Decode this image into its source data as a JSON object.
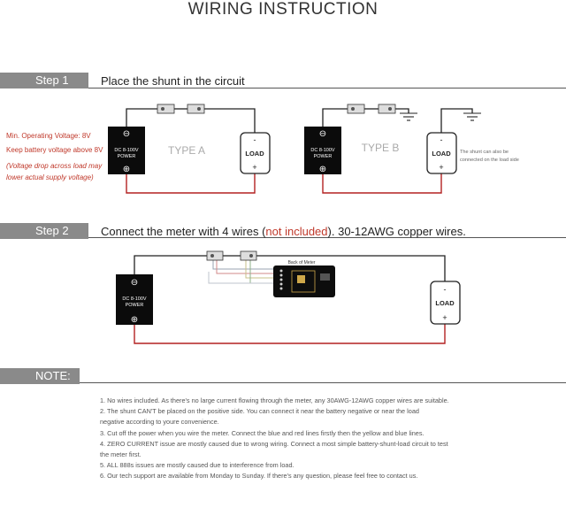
{
  "title": "WIRING INSTRUCTION",
  "step1": {
    "tag": "Step 1",
    "text": "Place the shunt in the circuit",
    "warnings": [
      "Min. Operating Voltage: 8V",
      "Keep battery voltage above 8V",
      "(Voltage drop across load may",
      "lower actual supply voltage)"
    ],
    "type_a": "TYPE A",
    "type_b": "TYPE B",
    "shunt_note": [
      "The shunt can also be",
      "connected  on the load side"
    ]
  },
  "step2": {
    "tag": "Step 2",
    "text_before": "Connect the meter with 4 wires (",
    "text_highlight": "not included",
    "text_after": "). 30-12AWG copper wires.",
    "meter_label": "Back of Meter"
  },
  "source": {
    "line1": "DC 8-100V",
    "line2": "POWER",
    "minus": "⊖",
    "plus": "⊕"
  },
  "load": {
    "label": "LOAD",
    "minus": "-",
    "plus": "+"
  },
  "colors": {
    "wire": "#222222",
    "red_wire": "#b32222",
    "tag_gray": "#8a8a8a",
    "warn_red": "#c0392b"
  },
  "note": {
    "tag": "NOTE:",
    "lines": [
      "1. No wires included. As there's no large current flowing through the meter, any 30AWG-12AWG copper wires are suitable.",
      "2. The shunt CAN'T be placed on the positive side. You can connect it near the battery negative or near the load",
      "negative according to youre convenience.",
      "3. Cut off the power when you wire the meter. Connect the blue and red lines firstly then the yellow and blue lines.",
      "4. ZERO CURRENT issue are mostly caused due to wrong wiring. Connect a most simple battery-shunt-load circuit to test",
      "the meter first.",
      "5. ALL 888s issues are mostly caused due to interference from load.",
      "6. Our tech support are available from Monday to Sunday. If there's any question, please feel free to contact us."
    ]
  }
}
